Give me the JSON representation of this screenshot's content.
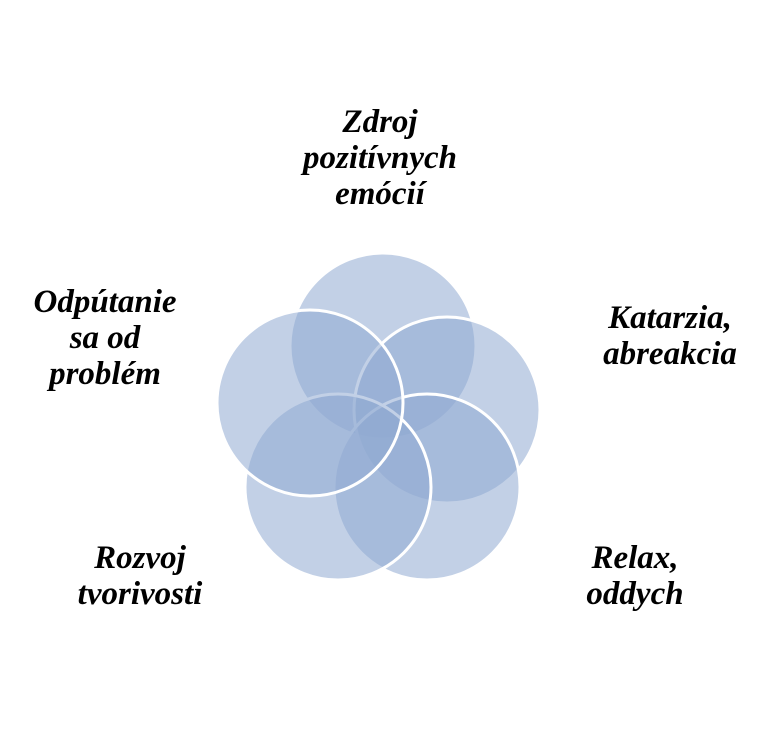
{
  "diagram": {
    "circle_fill": "#8faad2",
    "circle_opacity": 0.55,
    "circle_stroke": "#ffffff",
    "text_color": "#000000",
    "items": [
      {
        "id": "top",
        "lines": [
          "Zdroj",
          "pozitívnych",
          "emócií"
        ]
      },
      {
        "id": "right",
        "lines": [
          "Katarzia,",
          "abreakcia"
        ]
      },
      {
        "id": "bottom-right",
        "lines": [
          "Relax,",
          "oddych"
        ]
      },
      {
        "id": "bottom-left",
        "lines": [
          "Rozvoj",
          "tvorivosti"
        ]
      },
      {
        "id": "left",
        "lines": [
          "Odpútanie",
          "sa od",
          "problém"
        ]
      }
    ]
  }
}
